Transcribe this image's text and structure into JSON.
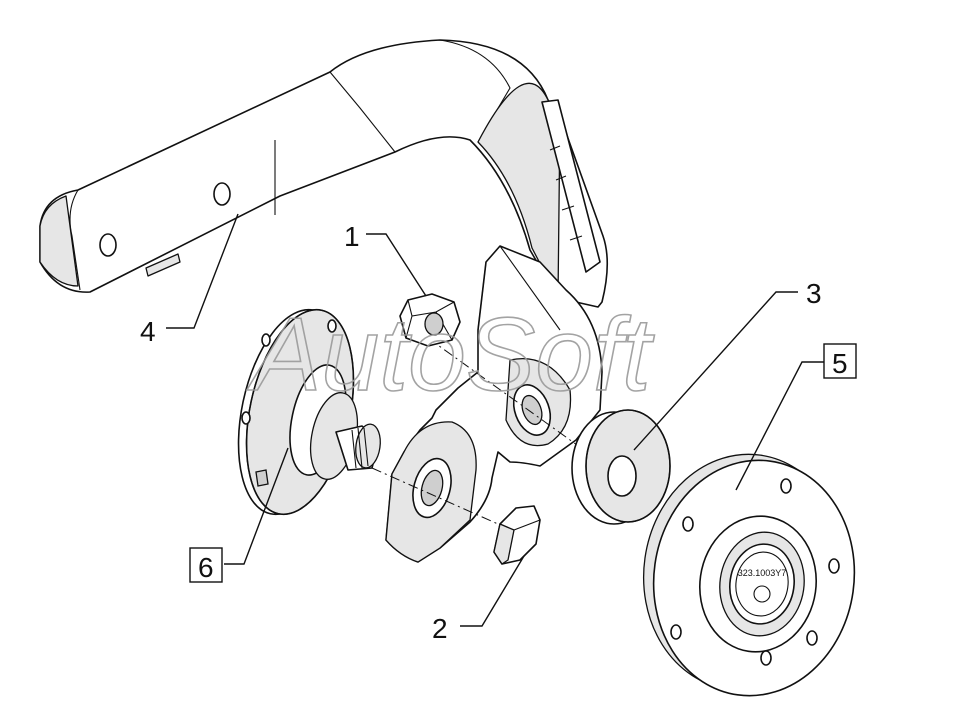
{
  "watermark": "AutoSoft",
  "hub_marking": "323.1003Y7",
  "callouts": [
    {
      "id": "callout-1",
      "label": "1",
      "boxed": false
    },
    {
      "id": "callout-2",
      "label": "2",
      "boxed": false
    },
    {
      "id": "callout-3",
      "label": "3",
      "boxed": false
    },
    {
      "id": "callout-4",
      "label": "4",
      "boxed": false
    },
    {
      "id": "callout-5",
      "label": "5",
      "boxed": true
    },
    {
      "id": "callout-6",
      "label": "6",
      "boxed": true
    }
  ]
}
